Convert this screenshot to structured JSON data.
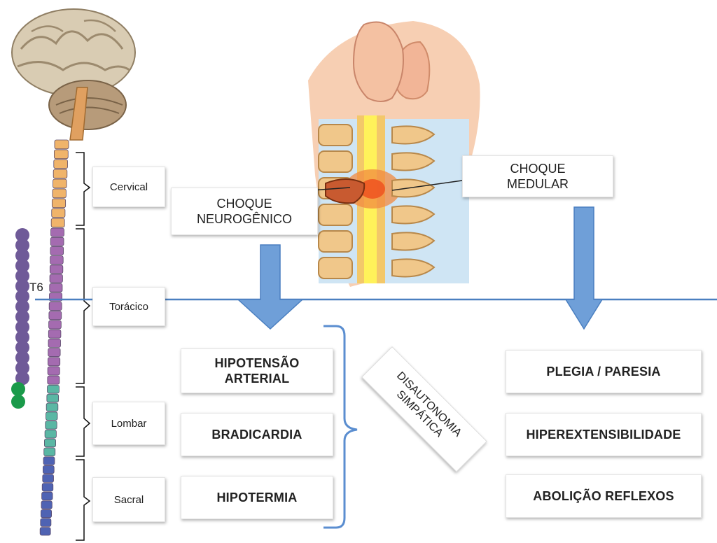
{
  "colors": {
    "line": "#4a7fc0",
    "arrow": "#6f9fd8",
    "bracket": "#5b8ed0",
    "dot_purple": "#6f5a98",
    "dot_green": "#1a9a4a"
  },
  "spine_level_label": "T6",
  "regions": {
    "cervical": "Cervical",
    "toracico": "Torácico",
    "lombar": "Lombar",
    "sacral": "Sacral"
  },
  "shocks": {
    "neurogenico": "CHOQUE\nNEUROGÊNICO",
    "medular": "CHOQUE\nMEDULAR"
  },
  "disautonomia": "DISAUTONOMIA\nSIMPÁTICA",
  "left_effects": [
    "HIPOTENSÃO\nARTERIAL",
    "BRADICARDIA",
    "HIPOTERMIA"
  ],
  "right_effects": [
    "PLEGIA / PARESIA",
    "HIPEREXTENSIBILIDADE",
    "ABOLIÇÃO REFLEXOS"
  ]
}
